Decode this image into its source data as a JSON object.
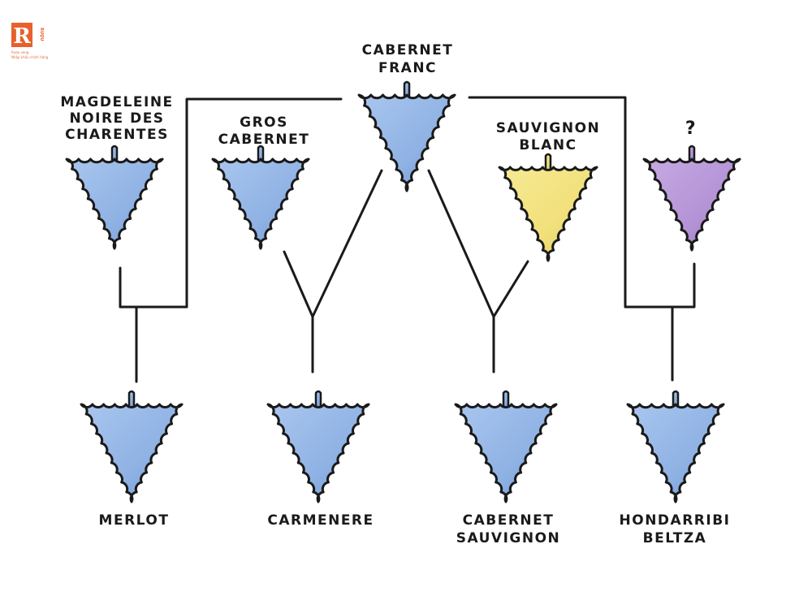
{
  "logo": {
    "letter": "R",
    "side_text": "RƯỢU",
    "small_lines": [
      "Rượu vang",
      "Nhập khẩu chính hãng"
    ],
    "color": "#e8602c"
  },
  "colors": {
    "blue_grape": "#8fb2e4",
    "blue_grape_dark": "#6f93cf",
    "yellow_grape": "#f1e07a",
    "yellow_grape_dark": "#d9c65a",
    "purple_grape": "#b493d6",
    "purple_grape_dark": "#9876c2",
    "outline": "#1a1a1a"
  },
  "varieties": {
    "magdeleine": [
      "MAGDELEINE",
      "NOIRE DES",
      "CHARENTES"
    ],
    "gros_cabernet": [
      "GROS",
      "CABERNET"
    ],
    "cabernet_franc": [
      "CABERNET",
      "FRANC"
    ],
    "sauvignon_blanc": [
      "SAUVIGNON",
      "BLANC"
    ],
    "unknown": [
      "?"
    ],
    "merlot": [
      "MERLOT"
    ],
    "carmenere": [
      "CARMENERE"
    ],
    "cabernet_sauvignon": [
      "CABERNET",
      "SAUVIGNON"
    ],
    "hondarribi": [
      "HONDARRIBI",
      "BELTZA"
    ]
  }
}
